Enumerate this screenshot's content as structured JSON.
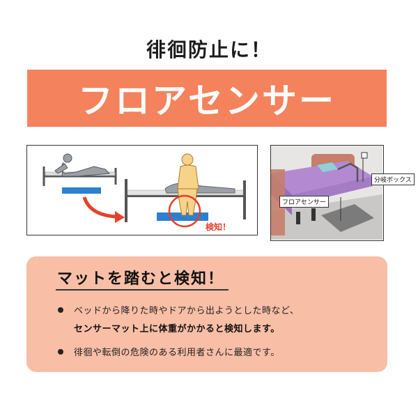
{
  "header": {
    "subtitle": "徘徊防止に！",
    "title": "フロアセンサー"
  },
  "illustration": {
    "detect_label": "検知！",
    "callout_sensor": "フロアセンサー",
    "callout_box": "分岐ボックス"
  },
  "info": {
    "heading": "マットを踏むと検知！",
    "bullet1_line1": "ベッドから降りた時やドアから出ようとした時など、",
    "bullet1_line2": "センサーマット上に体重がかかると検知します。",
    "bullet2": "徘徊や転倒の危険のある利用者さんに最適です。"
  },
  "colors": {
    "banner": "#f4825c",
    "info_background": "#f8bea6",
    "mat": "#2d7fd0",
    "arrow": "#e4412b"
  }
}
